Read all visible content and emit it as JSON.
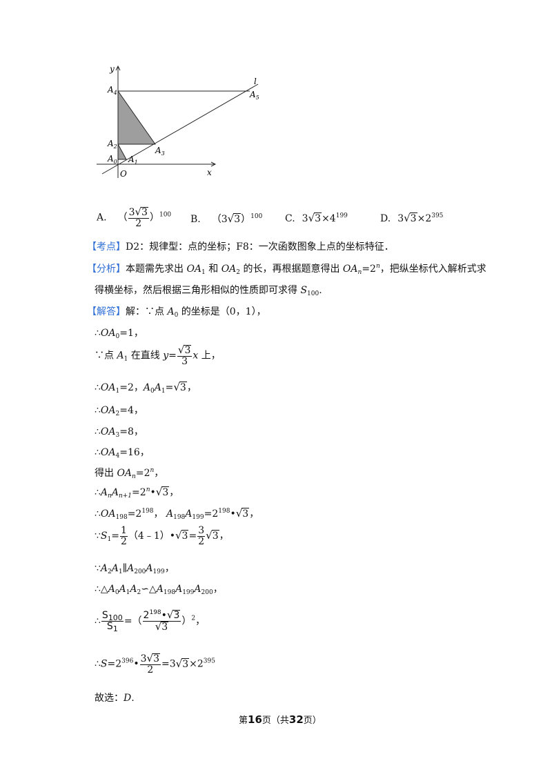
{
  "diagram": {
    "labels": {
      "y": "y",
      "x": "x",
      "o": "O",
      "l": "l",
      "a0": "A",
      "a0_sub": "0",
      "a1": "A",
      "a1_sub": "1",
      "a2": "A",
      "a2_sub": "2",
      "a3": "A",
      "a3_sub": "3",
      "a4": "A",
      "a4_sub": "4",
      "a5": "A",
      "a5_sub": "5"
    }
  },
  "options": {
    "a": {
      "label": "A.",
      "paren_l": "（",
      "coef": "3",
      "rad": "3",
      "den": "2",
      "paren_r": "）",
      "exp": "100"
    },
    "b": {
      "label": "B.",
      "paren_l": "（",
      "coef": "3",
      "rad": "3",
      "paren_r": "）",
      "exp": "100"
    },
    "c": {
      "label": "C.",
      "coef": "3",
      "rad": "3",
      "times": "×4",
      "exp": "199"
    },
    "d": {
      "label": "D.",
      "coef": "3",
      "rad": "3",
      "times": "×2",
      "exp": "395"
    }
  },
  "kaodian": {
    "tag": "【考点】",
    "text": "D2：规律型：点的坐标；F8：一次函数图象上点的坐标特征．"
  },
  "fenxi": {
    "tag": "【分析】",
    "t1": "本题需先求出 ",
    "oa": "OA",
    "s1": "1",
    "and": " 和 ",
    "s2": "2",
    "t2": " 的长，再根据题意得出 ",
    "sn": "n",
    "eq": "=2",
    "supn": "n",
    "t3": "，把纵坐标代入解析式求",
    "line2": "得横坐标，然后根据三角形相似的性质即可求得 ",
    "s": "S",
    "s100": "100",
    "end": "."
  },
  "jieda": {
    "tag": "【解答】",
    "t1": "解：∵点 ",
    "a": "A",
    "a_sub": "0",
    "t2": " 的坐标是（0，1），"
  },
  "steps": {
    "l1": {
      "pre": "∴",
      "v": "OA",
      "sub": "0",
      "rest": "=1，"
    },
    "l2": {
      "pre": "∵点 ",
      "a": "A",
      "a_sub": "1",
      "mid": " 在直线 ",
      "y": "y",
      "eq": "=",
      "num": "3",
      "den": "3",
      "x": "x",
      "end": " 上，"
    },
    "l3": {
      "pre": "∴",
      "v": "OA",
      "sub": "1",
      "rest": "=2，",
      "v2": "A",
      "sub2": "0",
      "v3": "A",
      "sub3": "1",
      "eq": "=",
      "rad": "3",
      "end": "，"
    },
    "l4": {
      "pre": "∴",
      "v": "OA",
      "sub": "2",
      "rest": "=4，"
    },
    "l5": {
      "pre": "∴",
      "v": "OA",
      "sub": "3",
      "rest": "=8，"
    },
    "l6": {
      "pre": "∴",
      "v": "OA",
      "sub": "4",
      "rest": "=16，"
    },
    "l7": {
      "pre": "得出 ",
      "v": "OA",
      "sub": "n",
      "rest": "=2",
      "sup": "n",
      "end": "，"
    },
    "l8": {
      "pre": "∴",
      "v": "A",
      "sub": "n",
      "v2": "A",
      "sub2": "n+1",
      "rest": "=2",
      "sup": "n",
      "dot": "•",
      "rad": "3",
      "end": "，"
    },
    "l9": {
      "pre": "∴",
      "v": "OA",
      "sub": "198",
      "rest": "=2",
      "sup": "198",
      "sep": "，  ",
      "v2": "A",
      "sub2": "198",
      "v3": "A",
      "sub3": "199",
      "rest2": "=2",
      "sup2": "198",
      "dot": "•",
      "rad": "3",
      "end": "，"
    },
    "l10": {
      "pre": "∵",
      "v": "S",
      "sub": "1",
      "eq": "=",
      "num": "1",
      "den": "2",
      "mid": "（4﹣1）•",
      "rad": "3",
      "eq2": "=",
      "num2": "3",
      "den2": "2",
      "rad2": "3",
      "end": "，"
    },
    "l11": {
      "pre": "∵",
      "v": "A",
      "sub": "2",
      "v2": "A",
      "sub2": "1",
      "par": "∥",
      "v3": "A",
      "sub3": "200",
      "v4": "A",
      "sub4": "199",
      "end": "，"
    },
    "l12": {
      "pre": "∴△",
      "v": "A",
      "sub": "0",
      "v2": "A",
      "sub2": "1",
      "v3": "A",
      "sub3": "2",
      "sim": "∽△",
      "v4": "A",
      "sub4": "198",
      "v5": "A",
      "sub5": "199",
      "v6": "A",
      "sub6": "200",
      "end": "，"
    },
    "l13": {
      "pre": "∴",
      "s": "S",
      "s100": "100",
      "s1": "1",
      "eq": "=（",
      "base": "2",
      "sup": "198",
      "dot": "•",
      "rad": "3",
      "rad2": "3",
      "close": "）",
      "sq": "2",
      "end": "，"
    },
    "l14": {
      "pre": "∴",
      "v": "S",
      "eq": "=2",
      "sup": "396",
      "dot": "•",
      "coef": "3",
      "rad": "3",
      "den": "2",
      "eq2": "=3",
      "rad2": "3",
      "times": "×2",
      "sup2": "395"
    },
    "l15": {
      "pre": "故选：",
      "v": "D",
      "end": "."
    }
  },
  "footer": {
    "pre": "第",
    "page": "16",
    "mid": "页（共",
    "total": "32",
    "post": "页）"
  }
}
